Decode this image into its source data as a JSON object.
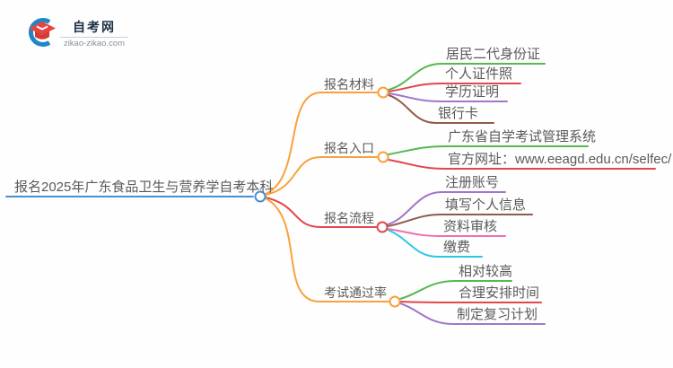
{
  "logo": {
    "title": "自考网",
    "domain": "zikao-zikao.com"
  },
  "palette": {
    "root_line": "#4a8fd3",
    "orange": "#f9a13c",
    "green": "#55b94e",
    "red": "#e2474b",
    "purple": "#a276cc",
    "brown": "#8f5b4a",
    "pink": "#ee6fb5",
    "cyan": "#2bc8e4",
    "text_gray": "#5a5a5a",
    "logo_navy": "#1b2f44",
    "logo_red": "#e8433f",
    "logo_blue": "#1e88c7"
  },
  "mindmap": {
    "root": {
      "label": "报名2025年广东食品卫生与营养学自考本科",
      "color": "#4a8fd3"
    },
    "branches": [
      {
        "label": "报名材料",
        "color": "#f9a13c",
        "children": [
          {
            "label": "居民二代身份证",
            "color": "#55b94e"
          },
          {
            "label": "个人证件照",
            "color": "#e2474b"
          },
          {
            "label": "学历证明",
            "color": "#a276cc"
          },
          {
            "label": "银行卡",
            "color": "#8f5b4a"
          }
        ]
      },
      {
        "label": "报名入口",
        "color": "#f9a13c",
        "children": [
          {
            "label": "广东省自学考试管理系统",
            "color": "#55b94e"
          },
          {
            "label": "官方网址：www.eeagd.edu.cn/selfec/",
            "color": "#e2474b"
          }
        ]
      },
      {
        "label": "报名流程",
        "color": "#e2474b",
        "children": [
          {
            "label": "注册账号",
            "color": "#a276cc"
          },
          {
            "label": "填写个人信息",
            "color": "#8f5b4a"
          },
          {
            "label": "资料审核",
            "color": "#ee6fb5"
          },
          {
            "label": "缴费",
            "color": "#2bc8e4"
          }
        ]
      },
      {
        "label": "考试通过率",
        "color": "#f9a13c",
        "children": [
          {
            "label": "相对较高",
            "color": "#55b94e"
          },
          {
            "label": "合理安排时间",
            "color": "#e2474b"
          },
          {
            "label": "制定复习计划",
            "color": "#a276cc"
          }
        ]
      }
    ]
  }
}
